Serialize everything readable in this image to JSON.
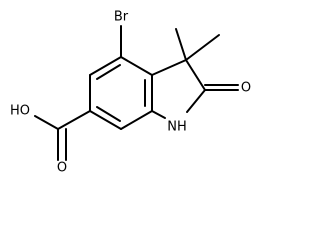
{
  "molecule": {
    "atoms": {
      "br": "Br",
      "oxo": "O",
      "nh": "NH",
      "hydroxyl": "HO",
      "carbonyl_o": "O"
    },
    "colors": {
      "bond": "#000000",
      "label": "#000000",
      "background": "#ffffff"
    }
  }
}
